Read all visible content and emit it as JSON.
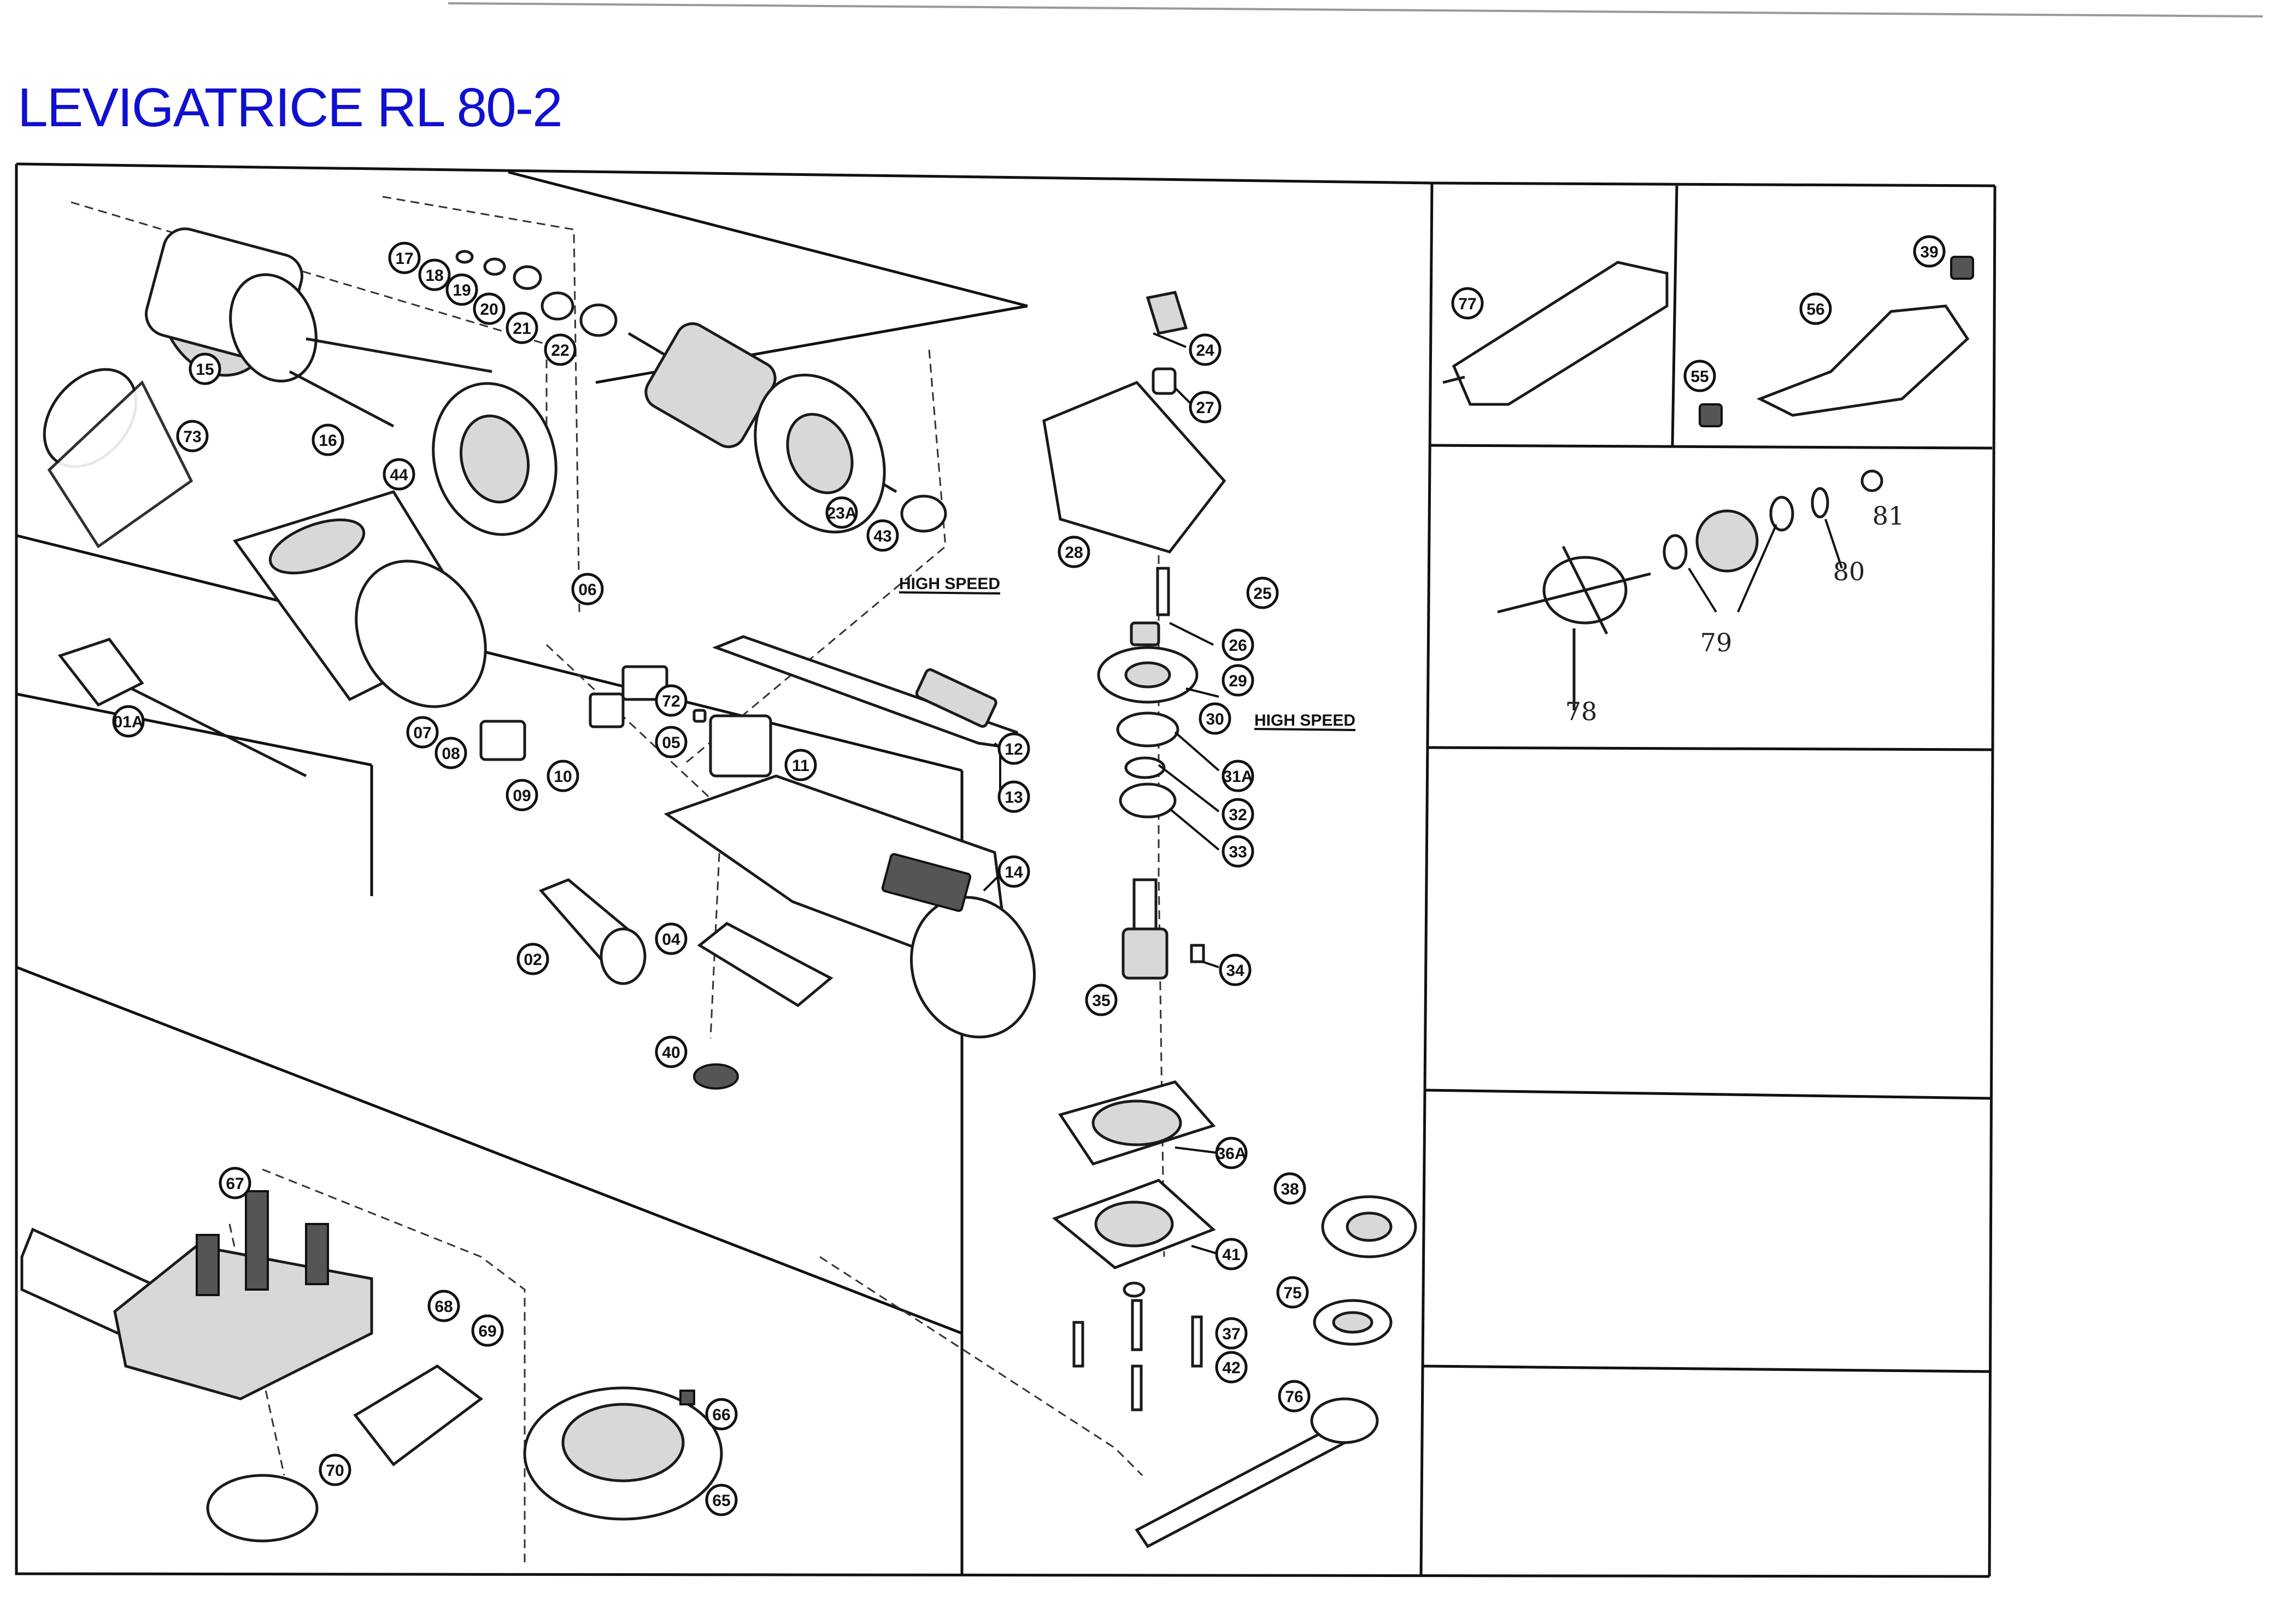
{
  "title": "LEVIGATRICE RL 80-2",
  "title_color": "#1010d0",
  "callouts": [
    "17",
    "18",
    "19",
    "20",
    "21",
    "22",
    "15",
    "16",
    "73",
    "44",
    "06",
    "23A",
    "43",
    "24",
    "27",
    "28",
    "25",
    "26",
    "29",
    "30",
    "31A",
    "32",
    "33",
    "34",
    "35",
    "36A",
    "41",
    "37",
    "42",
    "38",
    "75",
    "76",
    "77",
    "39",
    "56",
    "55",
    "01A",
    "07",
    "08",
    "09",
    "10",
    "72",
    "05",
    "11",
    "12",
    "13",
    "14",
    "04",
    "02",
    "40",
    "67",
    "68",
    "69",
    "70",
    "66",
    "65"
  ],
  "plain_numbers": [
    "81",
    "80",
    "79",
    "78"
  ],
  "high_speed_labels": [
    "HIGH SPEED",
    "HIGH SPEED"
  ]
}
